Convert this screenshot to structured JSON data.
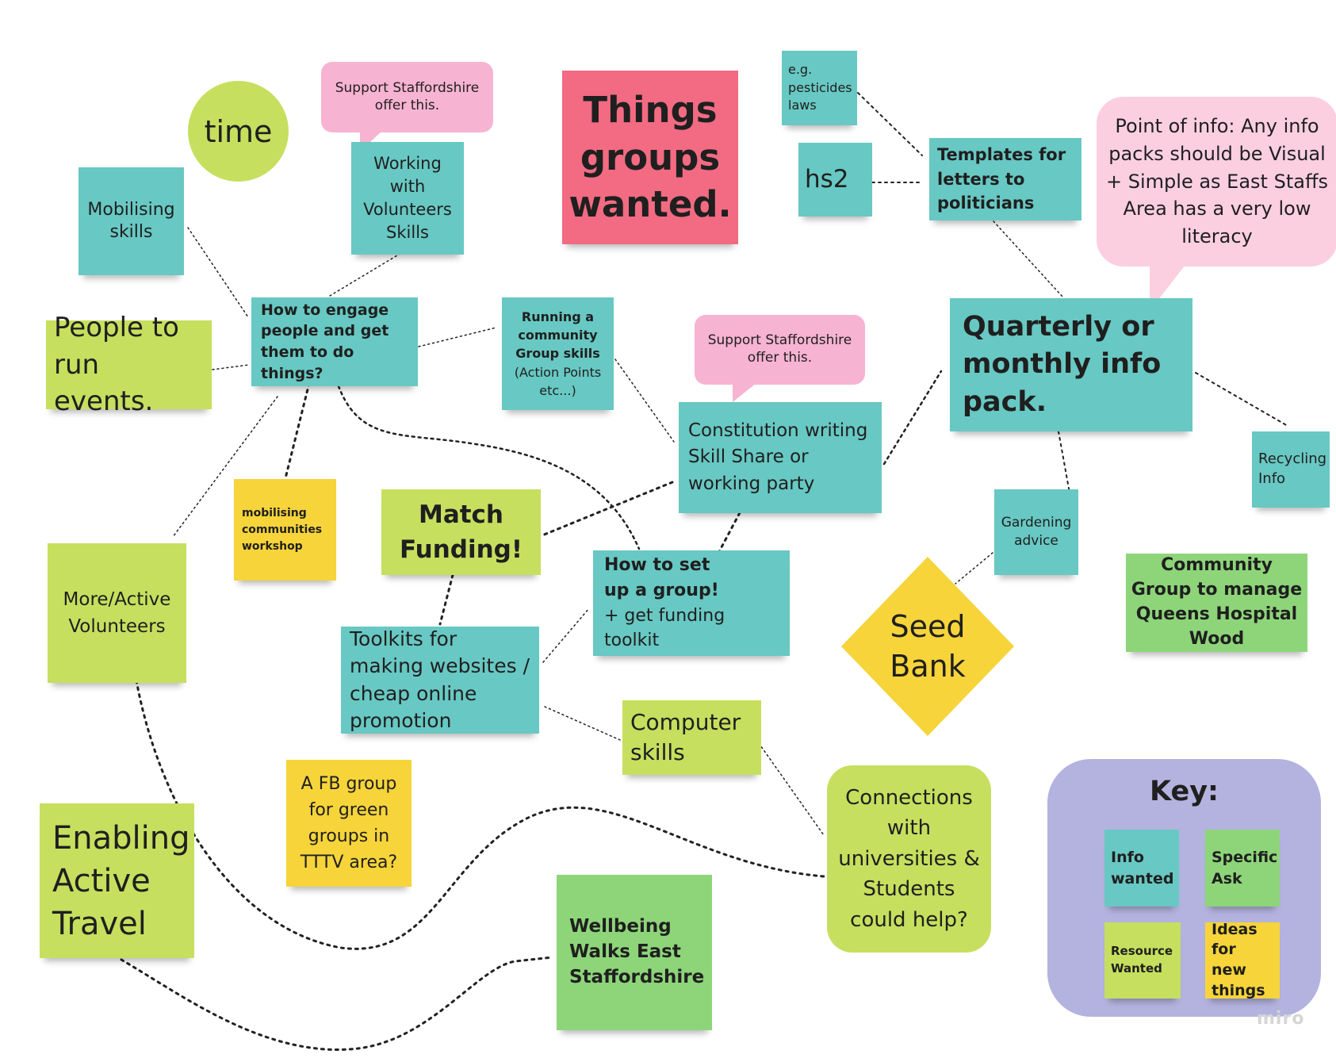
{
  "title": "Things groups wanted.",
  "notes": {
    "time": "time",
    "mobilising_skills": "Mobilising skills",
    "people_events": "People to run events.",
    "working_volunteers": "Working with Volunteers Skills",
    "support_staffs_1": "Support Staffordshire offer this.",
    "how_engage": "How to engage people and get them to do things?",
    "running_community": "Running a community Group skills",
    "running_community_sub": "(Action Points etc...)",
    "support_staffs_2": "Support Staffordshire offer this.",
    "constitution": "Constitution writing Skill Share or working party",
    "mobilising_workshop": "mobilising communities workshop",
    "more_volunteers": "More/Active Volunteers",
    "match_funding": "Match Funding!",
    "how_setup": "How to set up a group!",
    "how_setup_sub": "+ get funding toolkit",
    "toolkits": "Toolkits for making websites / cheap online promotion",
    "computer_skills": "Computer skills",
    "fb_group": "A FB group for green groups in TTTV area?",
    "enabling_travel": "Enabling Active Travel",
    "wellbeing_walks": "Wellbeing Walks East Staffordshire",
    "connections": "Connections with universities & Students could help?",
    "pesticides": "e.g. pesticides laws",
    "hs2": "hs2",
    "templates": "Templates for letters to politicians",
    "point_info": "Point of info: Any info packs should be Visual + Simple as East Staffs Area has a very low literacy",
    "quarterly": "Quarterly or monthly info pack.",
    "recycling": "Recycling Info",
    "gardening": "Gardening advice",
    "seed_bank": "Seed Bank",
    "community_wood": "Community Group to manage Queens Hospital Wood"
  },
  "key": {
    "title": "Key:",
    "info_wanted": "Info wanted",
    "specific_ask": "Specific Ask",
    "resource_wanted": "Resource Wanted",
    "ideas": "Ideas for new things"
  },
  "watermark": "miro",
  "colors": {
    "info_wanted": "#68c8c3",
    "specific_ask": "#8ed57a",
    "resource_wanted": "#c6df5e",
    "ideas": "#f6d43a",
    "title_note": "#f26b82",
    "callout": "#f7b3d2",
    "key_background": "#b4b3df"
  }
}
